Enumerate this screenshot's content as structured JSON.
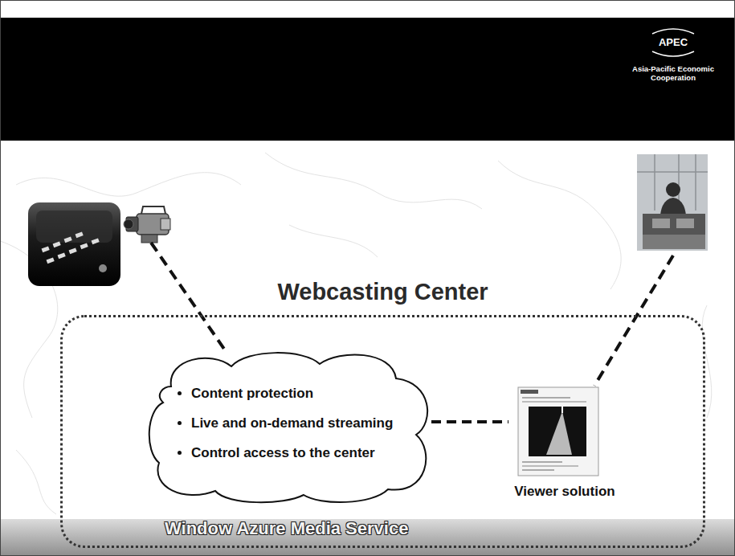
{
  "diagram": {
    "nodes": [
      {
        "text": [
          "Webcasting Center",
          "Window Azure Media Service"
        ]
      },
      {
        "text": [
          "Content protection",
          "Live and on-demand streaming",
          "Control access to the center"
        ],
        "in": 0
      },
      {
        "text": [
          "Viewer solution"
        ],
        "in": 0
      }
    ],
    "edges": [
      {
        "from": 1,
        "to": 2,
        "arrow": "none"
      }
    ],
    "labels": [
      "APEC",
      "Asia-Pacific Economic Cooperation"
    ]
  }
}
